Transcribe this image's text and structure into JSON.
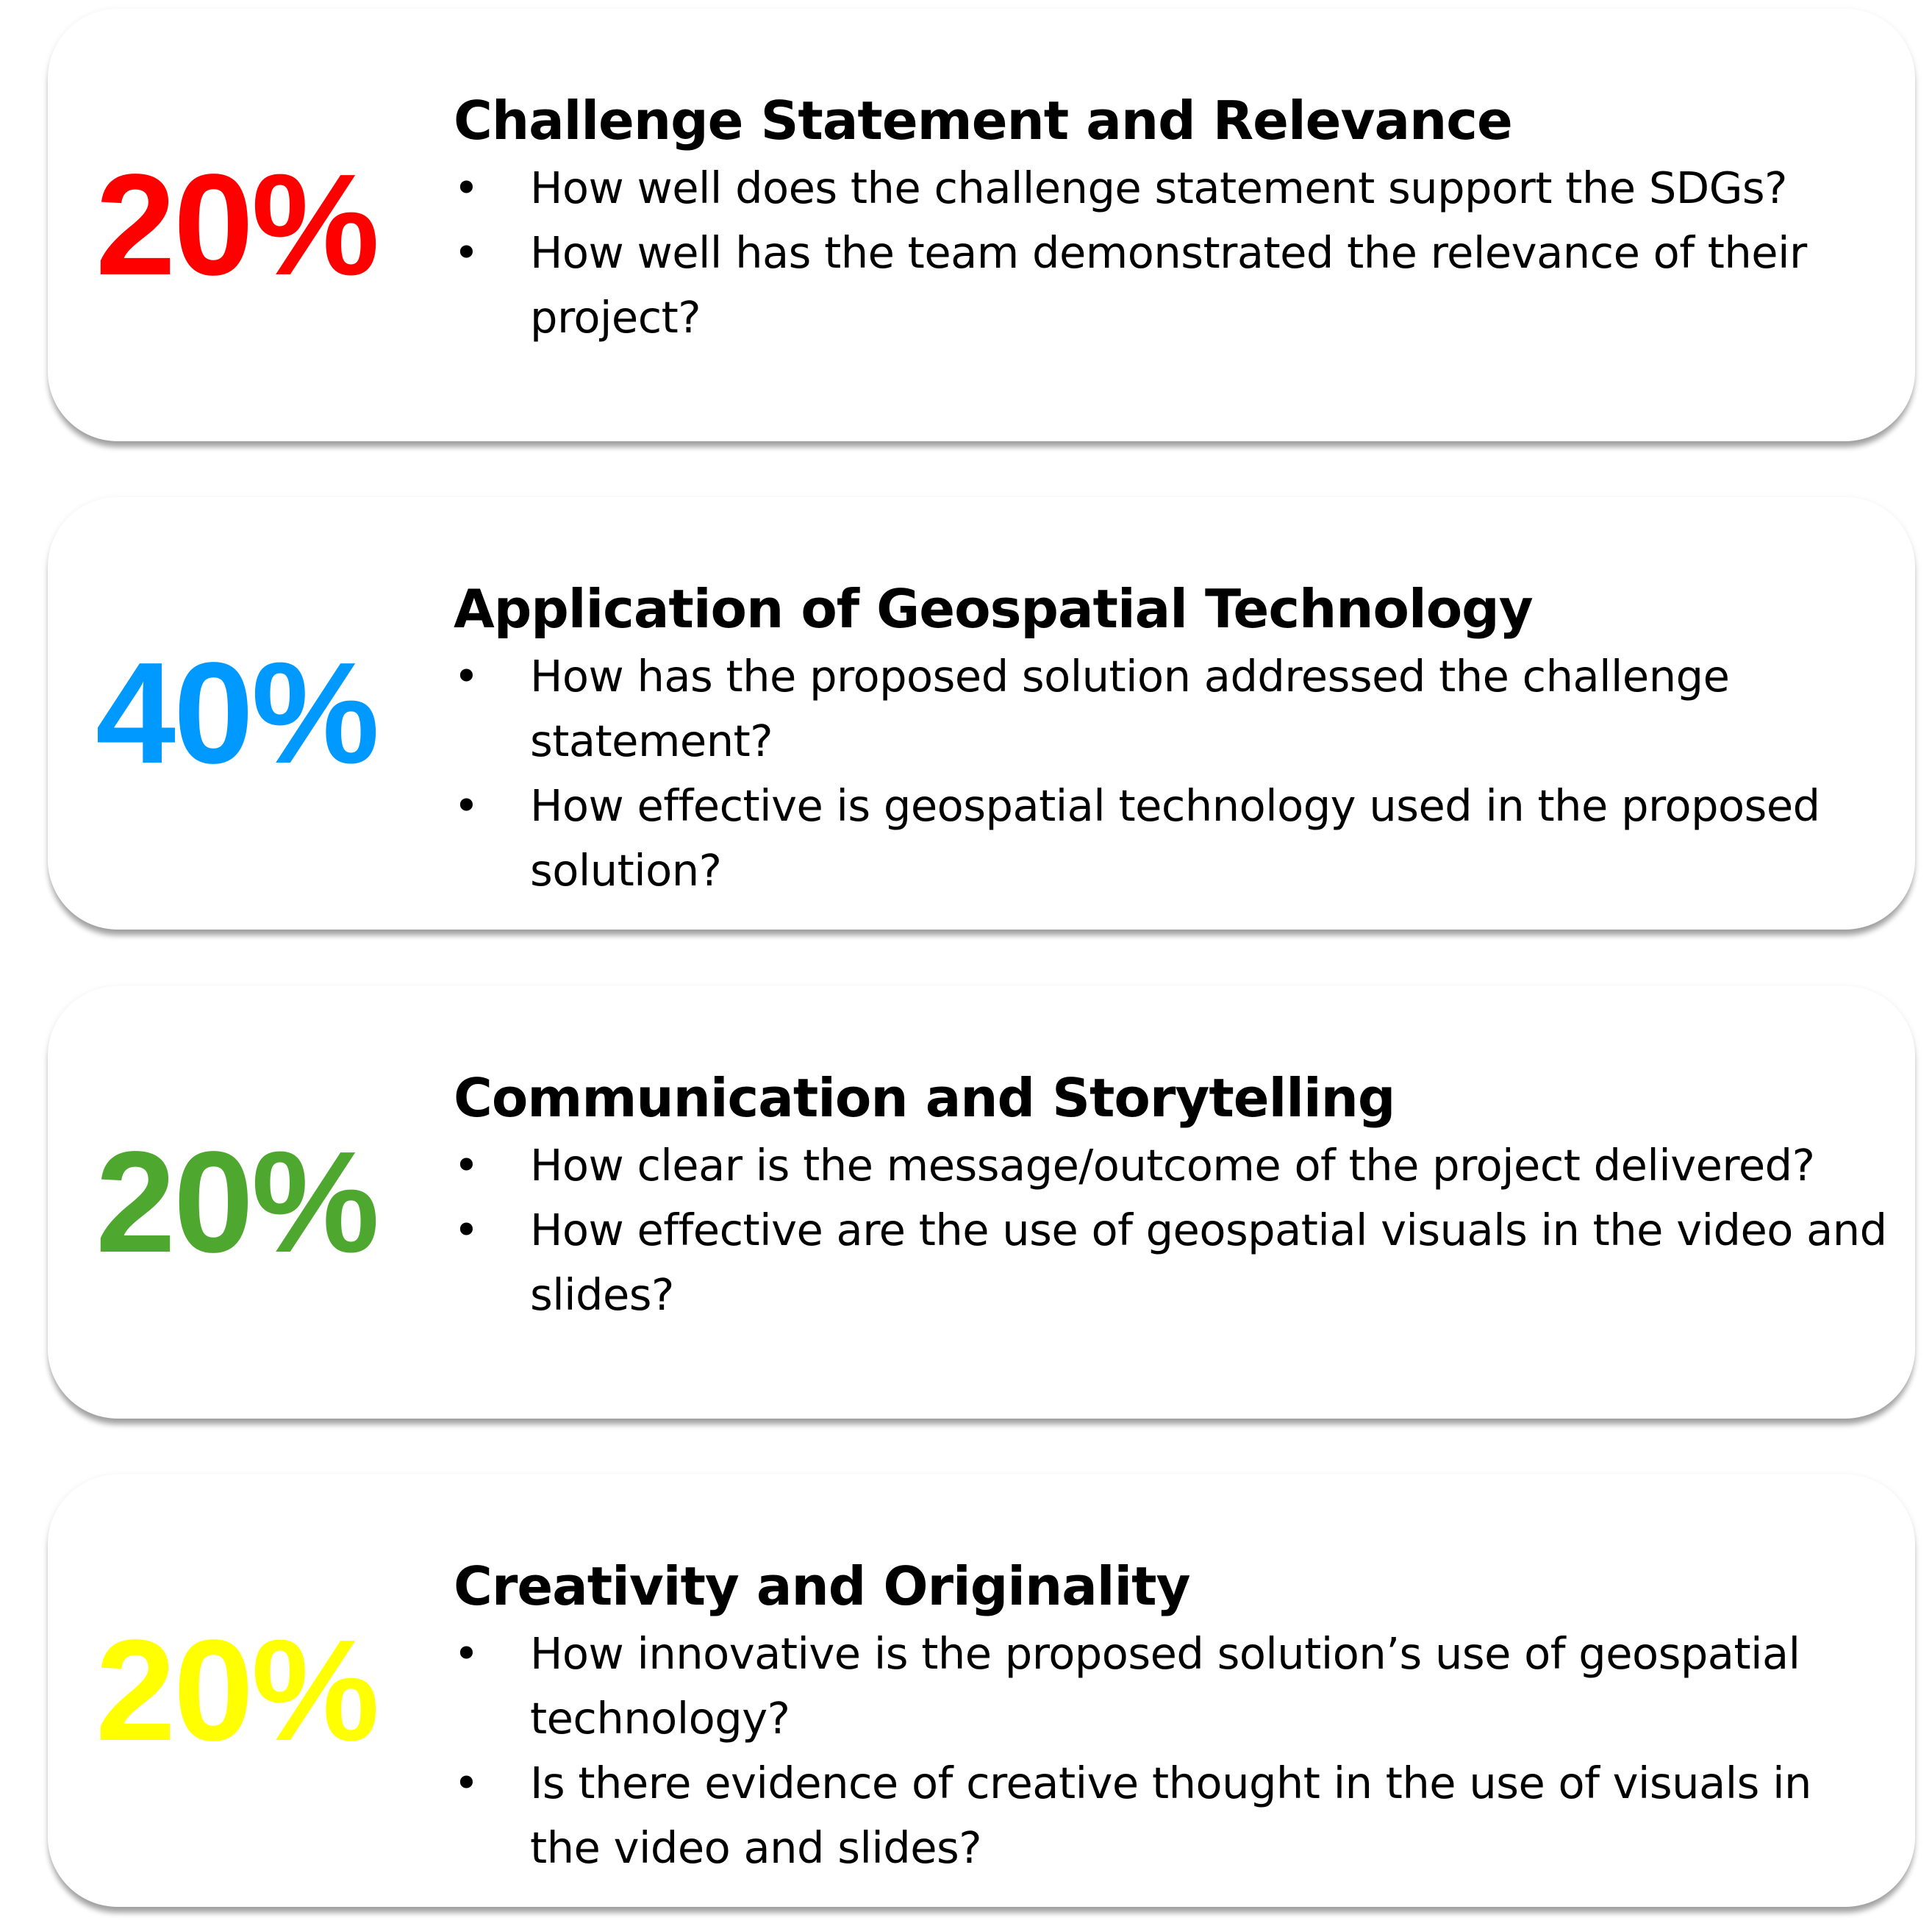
{
  "colors": {
    "red": "#ff0000",
    "blue": "#0099ff",
    "green": "#4ea72e",
    "yellow": "#ffff00"
  },
  "cards": [
    {
      "percent": "20%",
      "color": "#ff0000",
      "title": "Challenge Statement and Relevance",
      "bullets": [
        "How well does the challenge statement support the SDGs?",
        "How well has the team demonstrated the relevance of their project?"
      ]
    },
    {
      "percent": "40%",
      "color": "#0099ff",
      "title": "Application of Geospatial Technology",
      "bullets": [
        "How has the proposed solution addressed the challenge statement?",
        "How effective is geospatial technology used in the proposed solution?"
      ]
    },
    {
      "percent": "20%",
      "color": "#4ea72e",
      "title": "Communication and Storytelling",
      "bullets": [
        "How clear is the message/outcome of the project delivered?",
        "How effective are the use of geospatial visuals in the video and slides?"
      ]
    },
    {
      "percent": "20%",
      "color": "#ffff00",
      "title": "Creativity and Originality",
      "bullets": [
        "How innovative is the proposed solution’s use of geospatial technology?",
        "Is there evidence of creative thought in the use of visuals in the video and slides?"
      ]
    }
  ],
  "bullet_symbol": "•"
}
